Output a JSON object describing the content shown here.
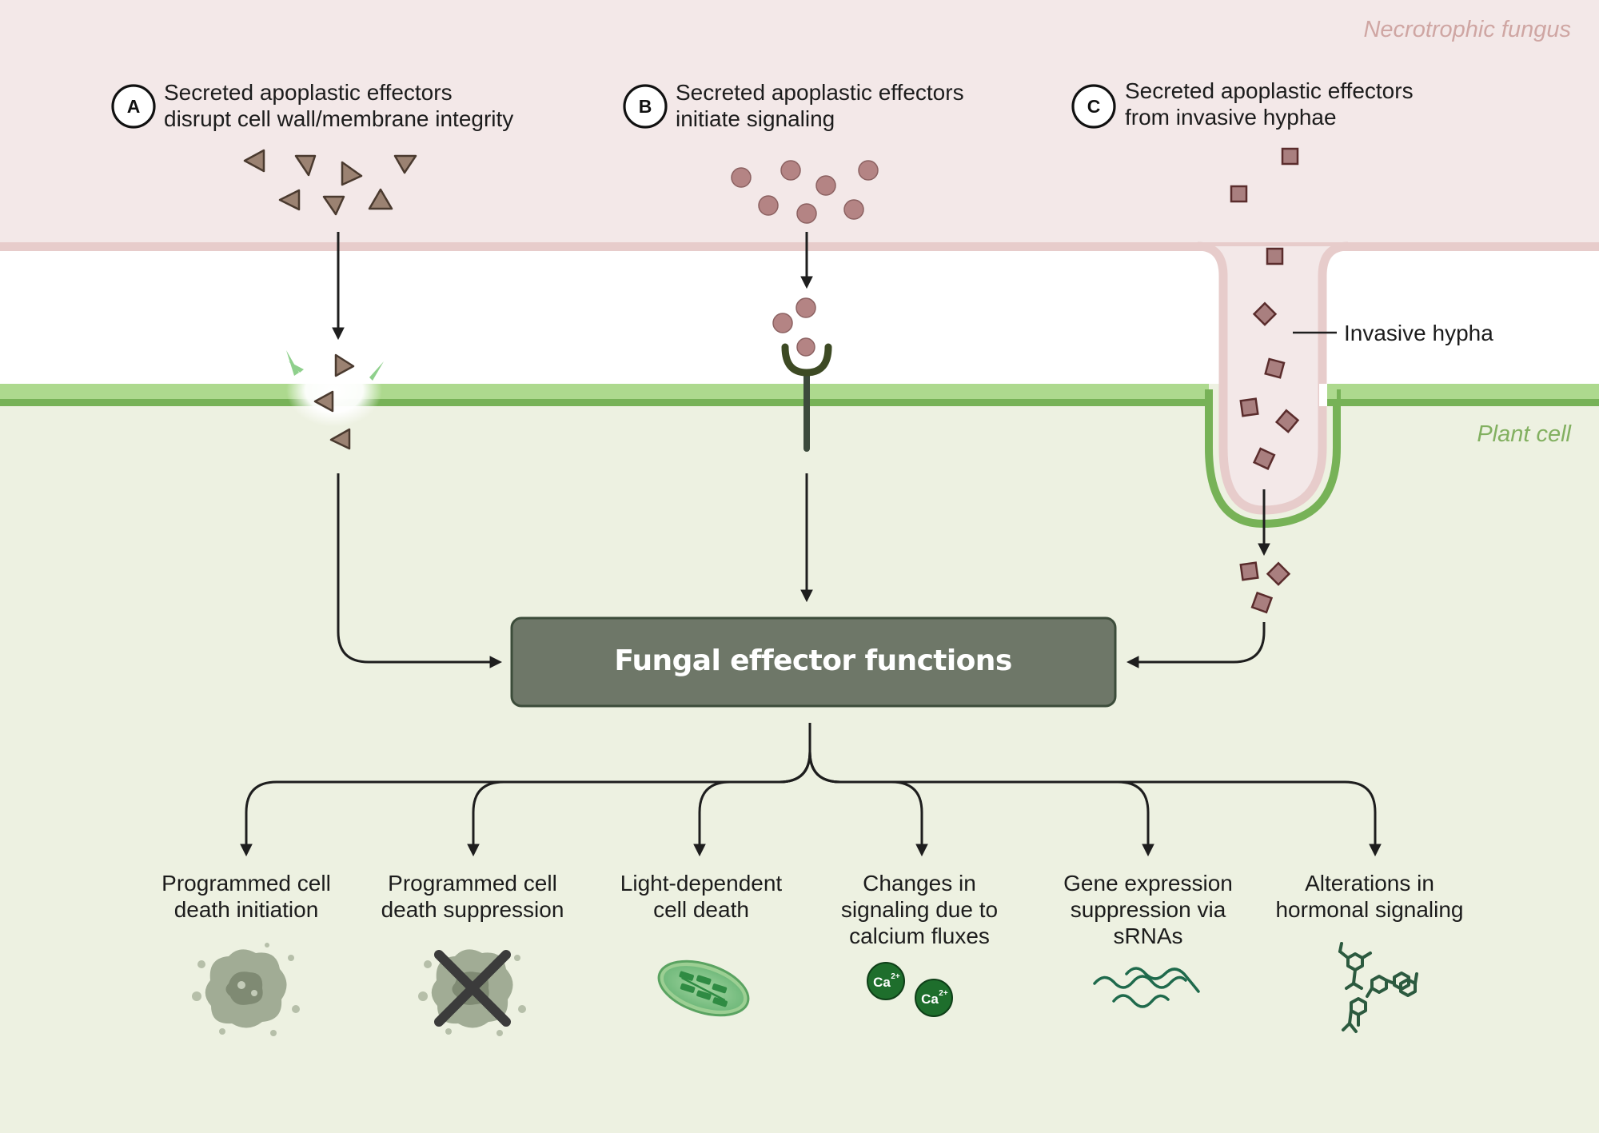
{
  "regions": {
    "fungus": "Necrotrophic fungus",
    "plant": "Plant cell",
    "hypha": "Invasive hypha"
  },
  "mechanisms": [
    {
      "letter": "A",
      "line1": "Secreted apoplastic effectors",
      "line2": "disrupt cell wall/membrane integrity"
    },
    {
      "letter": "B",
      "line1": "Secreted apoplastic effectors",
      "line2": "initiate signaling"
    },
    {
      "letter": "C",
      "line1": "Secreted apoplastic effectors",
      "line2": "from invasive hyphae"
    }
  ],
  "central_box": {
    "label": "Fungal effector functions"
  },
  "outcomes": [
    {
      "lines": [
        "Programmed cell",
        "death initiation"
      ],
      "icon": "cell-death-icon"
    },
    {
      "lines": [
        "Programmed cell",
        "death suppression"
      ],
      "icon": "cell-death-crossed-icon"
    },
    {
      "lines": [
        "Light-dependent",
        "cell death"
      ],
      "icon": "chloroplast-icon"
    },
    {
      "lines": [
        "Changes in",
        "signaling due to",
        "calcium fluxes"
      ],
      "icon": "calcium-ions-icon"
    },
    {
      "lines": [
        "Gene expression",
        "suppression via",
        "sRNAs"
      ],
      "icon": "srna-strands-icon"
    },
    {
      "lines": [
        "Alterations in",
        "hormonal signaling"
      ],
      "icon": "hormone-molecules-icon"
    }
  ],
  "ions": {
    "label": "Ca",
    "charge": "2+"
  },
  "colors": {
    "fungus_bg": "#f3e8e8",
    "fungus_border": "#e7cccb",
    "plant_bg": "#edf1e1",
    "plant_membrane": "#77b257",
    "box_fill": "#6e7768",
    "icon_green": "#245e3d"
  }
}
